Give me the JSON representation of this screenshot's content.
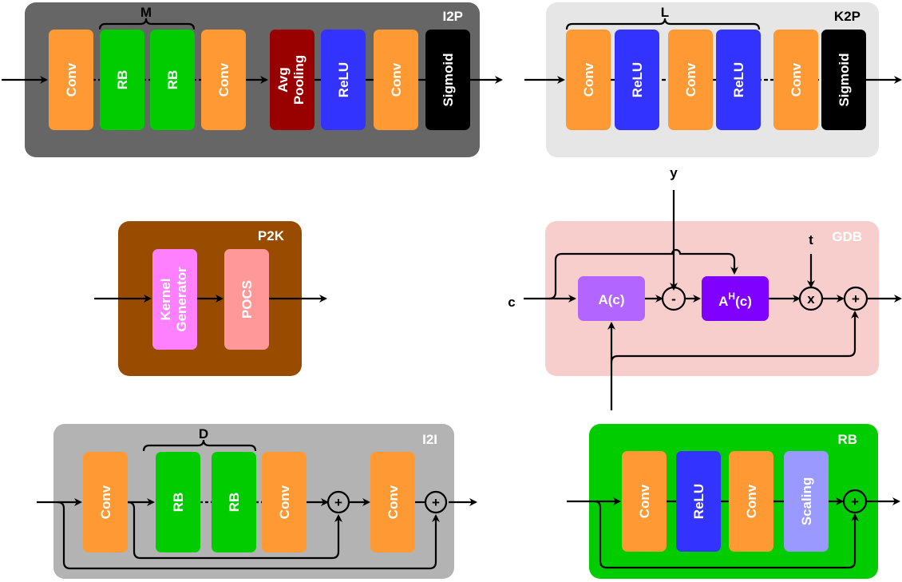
{
  "colors": {
    "conv": "#ff9933",
    "rb": "#00cc00",
    "relu": "#3333ff",
    "avgpool": "#990000",
    "sigmoid": "#000000",
    "kernel_generator": "#ff80ff",
    "pocs": "#ff9999",
    "a_op": "#b266ff",
    "ah_op": "#7f00ff",
    "scaling": "#9999ff",
    "i2p_bg": "#666666",
    "k2p_bg": "#e6e6e6",
    "p2k_bg": "#994c00",
    "gdb_bg": "#f8cecc",
    "i2i_bg": "#b3b3b3",
    "rb_bg": "#00cc00"
  },
  "modules": {
    "i2p": {
      "title": "I2P",
      "brace_label": "M",
      "blocks": [
        "Conv",
        "RB",
        "RB",
        "Conv",
        "Avg Pooling",
        "ReLU",
        "Conv",
        "Sigmoid"
      ]
    },
    "k2p": {
      "title": "K2P",
      "brace_label": "L",
      "blocks": [
        "Conv",
        "ReLU",
        "Conv",
        "ReLU",
        "Conv",
        "Sigmoid"
      ]
    },
    "p2k": {
      "title": "P2K",
      "blocks": [
        "Kernel Generator",
        "POCS"
      ]
    },
    "gdb": {
      "title": "GDB",
      "input_c": "c",
      "input_y": "y",
      "input_t": "t",
      "a_label": "A(c)",
      "ah_label_base": "A",
      "ah_label_sup": "H",
      "ah_label_tail": "(c)",
      "minus_op": "-",
      "times_op": "x",
      "plus_op": "+"
    },
    "i2i": {
      "title": "I2I",
      "brace_label": "D",
      "blocks": [
        "Conv",
        "RB",
        "RB",
        "Conv",
        "Conv"
      ],
      "plus_op": "+"
    },
    "rb": {
      "title": "RB",
      "blocks": [
        "Conv",
        "ReLU",
        "Conv",
        "Scaling"
      ],
      "plus_op": "+"
    }
  }
}
